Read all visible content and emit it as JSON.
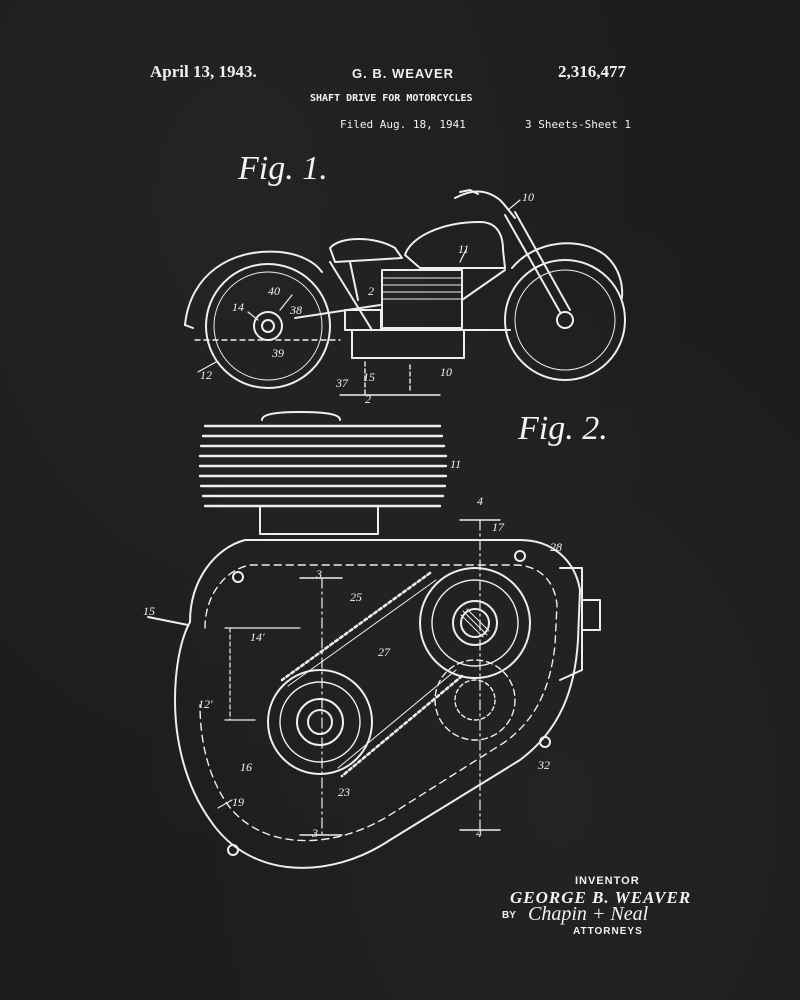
{
  "header": {
    "date": "April 13, 1943.",
    "inventor": "G. B. WEAVER",
    "patent_number": "2,316,477",
    "title": "SHAFT DRIVE FOR MOTORCYCLES",
    "filed": "Filed Aug. 18, 1941",
    "sheets": "3 Sheets-Sheet 1"
  },
  "figures": {
    "fig1_label": "Fig. 1.",
    "fig2_label": "Fig. 2."
  },
  "fig1_refs": [
    "10",
    "11",
    "14",
    "40",
    "38",
    "39",
    "12",
    "2",
    "37",
    "15",
    "10",
    "2"
  ],
  "fig2_refs": [
    "11",
    "4",
    "17",
    "28",
    "15",
    "3",
    "25",
    "14'",
    "27",
    "12'",
    "16",
    "23",
    "32",
    "19",
    "3",
    "4"
  ],
  "signature": {
    "inventor_label": "INVENTOR",
    "inventor_name": "GEORGE B. WEAVER",
    "by": "BY",
    "attorneys_name": "Chapin + Neal",
    "attorneys_label": "ATTORNEYS"
  },
  "colors": {
    "background": "#1c1c1c",
    "ink": "#f2f2f2"
  }
}
